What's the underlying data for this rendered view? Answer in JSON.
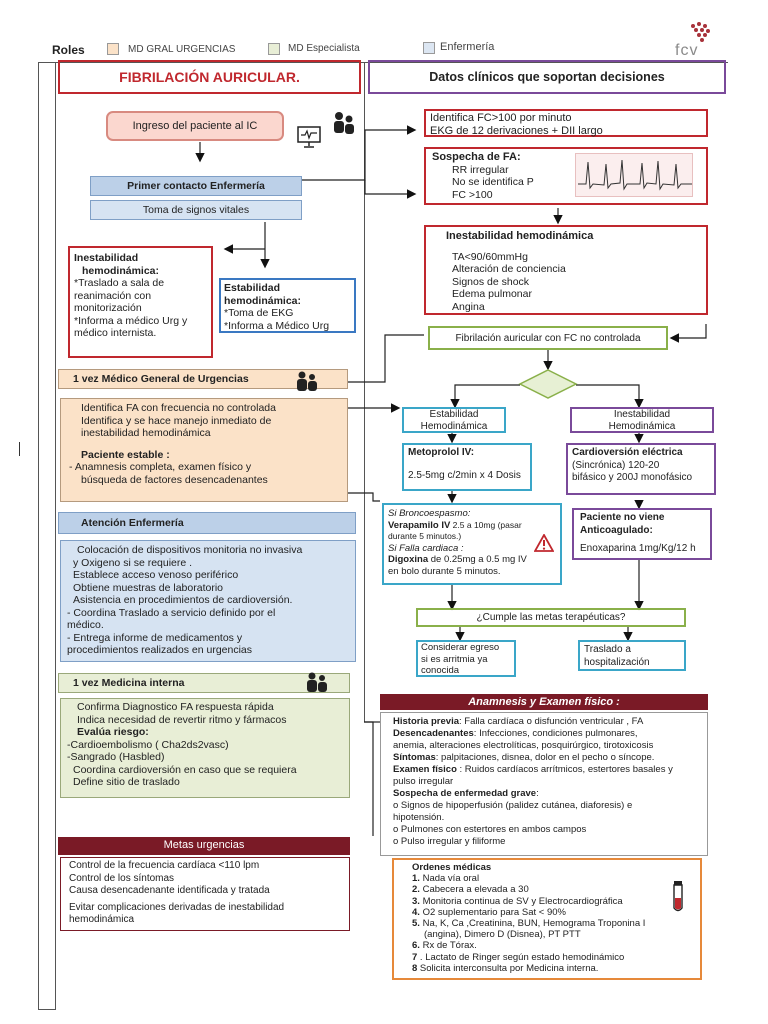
{
  "header": {
    "roles_label": "Roles",
    "role1": "MD GRAL URGENCIAS",
    "role2": "MD Especialista",
    "role3": "Enfermería",
    "logo_text": "fcv"
  },
  "left": {
    "title": "FIBRILACIÓN AURICULAR.",
    "ingreso": "Ingreso del paciente al IC",
    "primer_contacto": "Primer contacto Enfermería",
    "toma_signos": "Toma de signos vitales",
    "inestab": {
      "title1": "Inestabilidad",
      "title2": "hemodinámica:",
      "lines": [
        "*Traslado a sala de",
        "reanimación con",
        "monitorización",
        "*Informa a médico Urg y",
        "médico internista."
      ]
    },
    "estab": {
      "title1": "Estabilidad",
      "title2": "hemodinámica:",
      "lines": [
        "*Toma de EKG",
        "*Informa a Médico Urg"
      ]
    },
    "medico_gral": "1 vez Médico General de Urgencias",
    "medico_box": {
      "lines": [
        "Identifica FA con frecuencia no controlada",
        "Identifica y se hace manejo inmediato de",
        "inestabilidad hemodinámica"
      ],
      "estable_title": "Paciente estable :",
      "estable_lines": [
        "- Anamnesis completa, examen físico y",
        "búsqueda de factores desencadenantes"
      ]
    },
    "atencion_enf": "Atención Enfermería",
    "enf_box": [
      "Colocación de dispositivos monitoria no invasiva",
      "y Oxigeno si se requiere .",
      "Establece acceso venoso periférico",
      "Obtiene muestras de laboratorio",
      "Asistencia en procedimientos de cardioversión.",
      "- Coordina Traslado a servicio definido por el",
      "médico.",
      "- Entrega informe de medicamentos y",
      "procedimientos realizados en urgencias"
    ],
    "med_interna": "1 vez Medicina interna",
    "mi_box": {
      "lines1": [
        "Confirma Diagnostico FA respuesta rápida",
        "Indica necesidad de revertir ritmo y fármacos"
      ],
      "riesgo_title": "Evalúa riesgo:",
      "lines2": [
        "-Cardioembolismo ( Cha2ds2vasc)",
        "-Sangrado (Hasbled)",
        "Coordina cardioversión en caso que se requiera",
        "Define sitio de traslado"
      ]
    },
    "metas_title": "Metas urgencias",
    "metas_lines": [
      "Control de la frecuencia cardíaca <110 lpm",
      "Control de los síntomas",
      "Causa desencadenante identificada y tratada",
      "Evitar complicaciones derivadas de    inestabilidad",
      "hemodinámica"
    ]
  },
  "right": {
    "title": "Datos clínicos que soportan decisiones",
    "identifica": [
      "Identifica FC>100 por minuto",
      "EKG de 12 derivaciones + DII largo"
    ],
    "sospecha": {
      "title": "Sospecha de FA:",
      "lines": [
        "RR irregular",
        "No se identifica P",
        "FC >100"
      ]
    },
    "inestab": {
      "title": "Inestabilidad hemodinámica",
      "lines": [
        "TA<90/60mmHg",
        "Alteración de conciencia",
        "Signos de shock",
        "Edema pulmonar",
        "Angina"
      ]
    },
    "fa_no_controlada": "Fibrilación auricular  con FC no controlada",
    "estab_hemo": [
      "Estabilidad",
      "Hemodinámica"
    ],
    "inestab_hemo": [
      "Inestabilidad",
      "Hemodinámica"
    ],
    "metoprolol": {
      "title": "Metoprolol IV:",
      "dose": "2.5-5mg c/2min x 4 Dosis"
    },
    "cardioversion": {
      "title": "Cardioversión eléctrica",
      "lines": [
        "(Sincrónica)  120-20",
        "bifásico   y  200J monofásico"
      ]
    },
    "bronco": {
      "line1": "Si Broncoespasmo:",
      "line2a": "Verapamilo IV",
      "line2b": " 2.5 a 10mg (pasar",
      "line3": "durante 5 minutos.)",
      "line4": "Si Falla cardiaca :",
      "line5a": "Digoxina",
      "line5b": " de 0.25mg  a 0.5 mg IV",
      "line6": "en bolo durante 5 minutos."
    },
    "anticoag": {
      "title1": "Paciente no viene",
      "title2": "Anticoagulado:",
      "line": "Enoxaparina 1mg/Kg/12 h"
    },
    "cumple": "¿Cumple las metas terapéuticas?",
    "considerar": [
      "Considerar egreso",
      "si es arritmia ya",
      "conocida"
    ],
    "traslado": [
      "Traslado a",
      "hospitalización"
    ],
    "anamnesis_title": "Anamnesis y Examen físico :",
    "anamnesis": [
      {
        "b": "Historia previa",
        "t": ": Falla cardíaca o disfunción ventricular , FA"
      },
      {
        "b": "Desencadenantes",
        "t": ": Infecciones, condiciones pulmonares,"
      },
      {
        "b": "",
        "t": "anemia, alteraciones electrolíticas, posquirúrgico, tirotoxicosis"
      },
      {
        "b": "Síntomas",
        "t": ": palpitaciones, disnea, dolor en el pecho o síncope."
      },
      {
        "b": "Examen físico",
        "t": " : Ruidos cardíacos arrítmicos, estertores basales y"
      },
      {
        "b": "",
        "t": "pulso  irregular"
      },
      {
        "b": "Sospecha de enfermedad grave",
        "t": ":"
      },
      {
        "b": "",
        "t": "o  Signos de hipoperfusión (palidez cutánea, diaforesis) e"
      },
      {
        "b": "",
        "t": "hipotensión."
      },
      {
        "b": "",
        "t": "o  Pulmones con estertores en ambos campos"
      },
      {
        "b": "",
        "t": "o  Pulso irregular y filiforme"
      }
    ],
    "ordenes_title": "Ordenes médicas",
    "ordenes": [
      {
        "n": "1.",
        "t": " Nada vía oral"
      },
      {
        "n": "2.",
        "t": " Cabecera a elevada a 30"
      },
      {
        "n": "3.",
        "t": " Monitoria continua de SV y Electrocardiográfica"
      },
      {
        "n": "4.",
        "t": " O2 suplementario para Sat < 90%"
      },
      {
        "n": "5.",
        "t": " Na, K, Ca ,Creatinina, BUN, Hemograma  Troponina I"
      },
      {
        "n": "",
        "t": "(angina), Dimero D (Disnea), PT PTT"
      },
      {
        "n": "6.",
        "t": " Rx de Tórax."
      },
      {
        "n": "7",
        "t": " . Lactato de Ringer según estado hemodinámico"
      },
      {
        "n": "8",
        "t": " Solicita interconsulta por Medicina interna."
      }
    ]
  },
  "colors": {
    "accent": "#7a1a26",
    "red": "#c0282e",
    "blue": "#3a78c2",
    "teal": "#3aa6c8",
    "purple": "#7a4a9a",
    "green": "#8ab04a",
    "orange": "#e6893a"
  }
}
